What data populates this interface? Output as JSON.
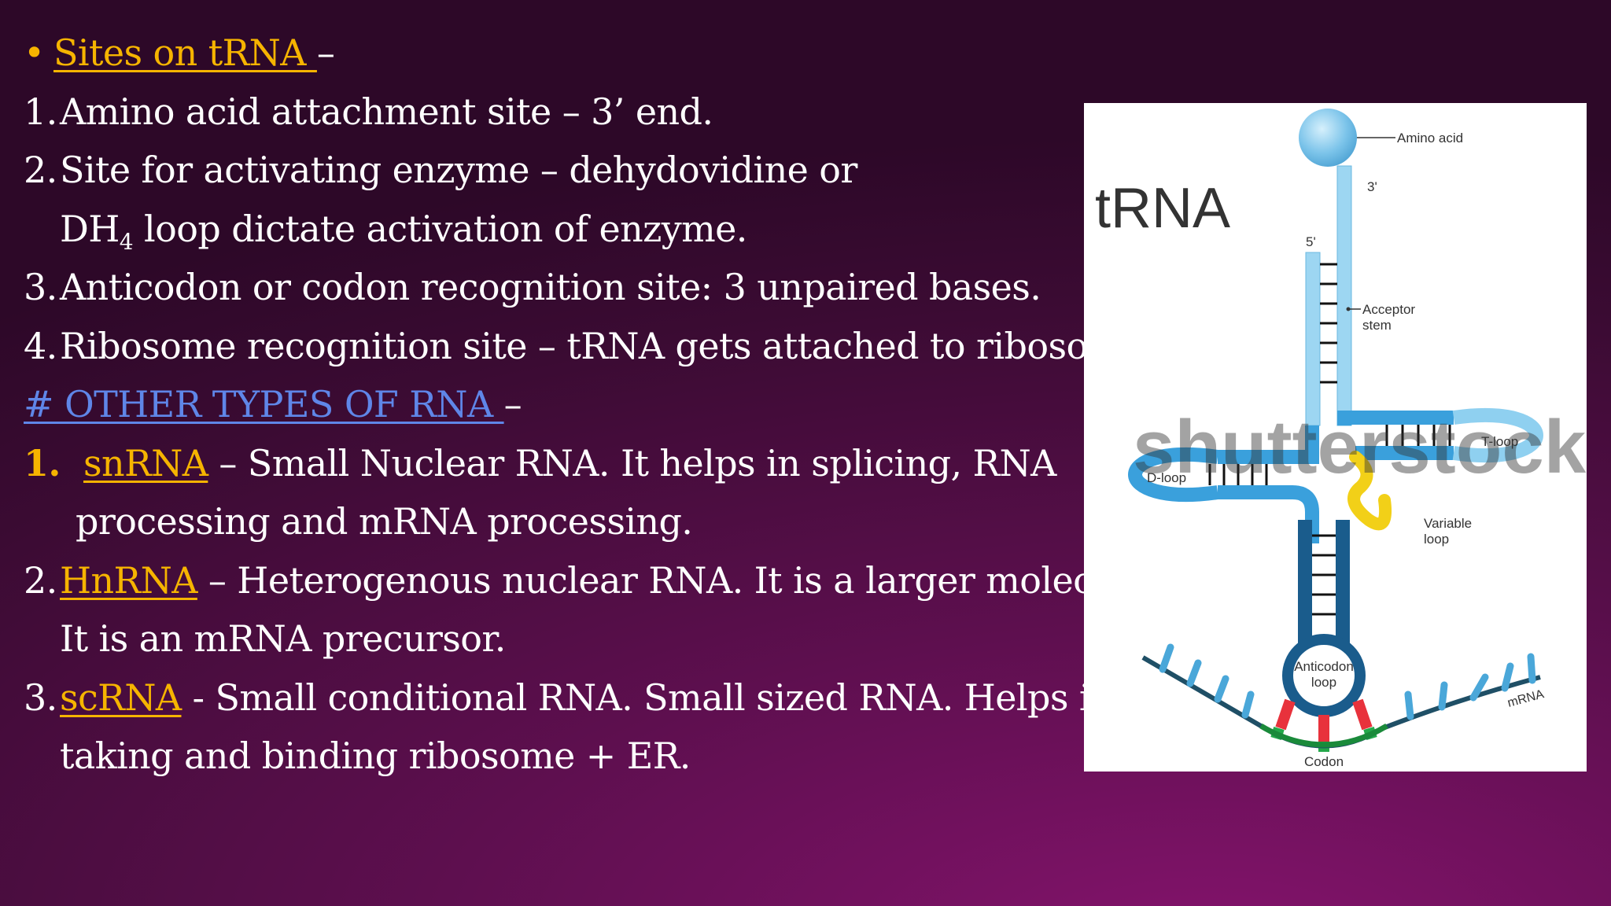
{
  "lines": {
    "sites_heading": "Sites on tRNA ",
    "sites_dash": "–",
    "l1_num": "1.",
    "l1_text": "Amino acid attachment site – 3’ end.",
    "l2_num": "2.",
    "l2_text": "Site for activating enzyme – dehydovidine or",
    "l2b_prefix": "DH",
    "l2b_sub": "4",
    "l2b_text": " loop dictate activation of enzyme.",
    "l3_num": "3.",
    "l3_text": "Anticodon or codon recognition site: 3 unpaired bases.",
    "l4_num": "4.",
    "l4_text": "Ribosome recognition site – tRNA gets attached to ribosome.",
    "other_heading": "# OTHER TYPES OF RNA ",
    "other_dash": "–",
    "sn_num": "1.",
    "sn_term": "snRNA",
    "sn_text": " – Small Nuclear RNA. It helps in splicing, RNA",
    "sn_text2": "processing and mRNA processing.",
    "hn_num": "2.",
    "hn_term": "HnRNA",
    "hn_text": " – Heterogenous nuclear RNA. It is a larger molecule.",
    "hn_text2": "It is an mRNA precursor.",
    "sc_num": "3.",
    "sc_term": "scRNA",
    "sc_text": " -  Small conditional RNA. Small sized RNA. Helps in",
    "sc_text2": "taking and binding ribosome  + ER."
  },
  "figure": {
    "title": "tRNA",
    "amino_acid": "Amino acid",
    "three_prime": "3'",
    "five_prime": "5'",
    "acceptor_stem_1": "Acceptor",
    "acceptor_stem_2": "stem",
    "d_loop": "D-loop",
    "t_loop": "T-loop",
    "variable_loop_1": "Variable",
    "variable_loop_2": "loop",
    "anticodon_loop_1": "Anticodon",
    "anticodon_loop_2": "loop",
    "mrna": "mRNA",
    "codon": "Codon",
    "watermark": "shutterstock"
  },
  "colors": {
    "accent_gold": "#f6b400",
    "accent_blue": "#5f86e8",
    "rna_light": "#8fd0f0",
    "rna_dark": "#1a5c8c",
    "variable_loop": "#f2d018",
    "codon_red": "#e8323c",
    "codon_green": "#24a84a"
  }
}
